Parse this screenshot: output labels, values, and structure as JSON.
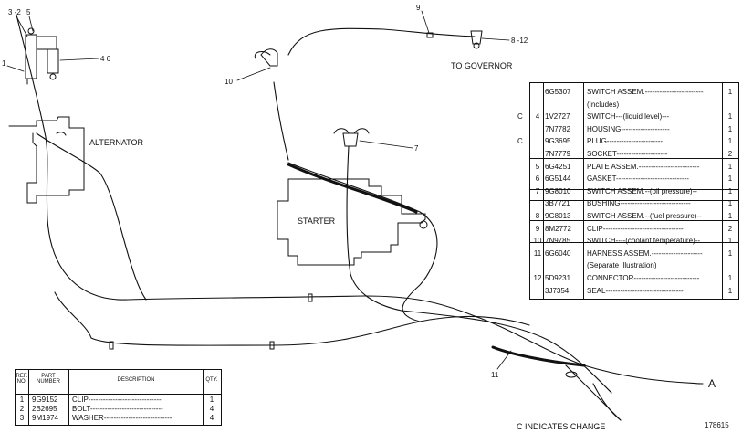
{
  "labels": {
    "alternator": "ALTERNATOR",
    "starter": "STARTER",
    "to_governor": "TO GOVERNOR",
    "c_indicates_change": "C INDICATES CHANGE",
    "figure_number": "178615",
    "end_a": "A",
    "callout_3_2": "3 -2",
    "callout_5": "5",
    "callout_1": "1",
    "callout_4_6": "4    6",
    "callout_9_top": "9",
    "callout_8_12": "8 -12",
    "callout_10": "10",
    "callout_7": "7",
    "callout_11": "11"
  },
  "parts_table": {
    "rows": [
      {
        "change": "",
        "ref": "",
        "part": "6G5307",
        "desc": "SWITCH ASSEM.------------------------",
        "qty": "1"
      },
      {
        "change": "",
        "ref": "",
        "part": "",
        "desc": "   (Includes)",
        "qty": ""
      },
      {
        "change": "C",
        "ref": "4",
        "part": "1V2727",
        "desc": "      SWITCH---(liquid level)---",
        "qty": "1"
      },
      {
        "change": "",
        "ref": "",
        "part": "7N7782",
        "desc": "      HOUSING--------------------",
        "qty": "1"
      },
      {
        "change": "C",
        "ref": "",
        "part": "9G3695",
        "desc": "      PLUG-----------------------",
        "qty": "1"
      },
      {
        "change": "",
        "ref": "",
        "part": "7N7779",
        "desc": "      SOCKET---------------------",
        "qty": "2"
      },
      {
        "change": "",
        "ref": "5",
        "part": "6G4251",
        "desc": "PLATE ASSEM.-------------------------",
        "qty": "1"
      },
      {
        "change": "",
        "ref": "6",
        "part": "6G5144",
        "desc": "GASKET------------------------------",
        "qty": "1"
      },
      {
        "change": "",
        "ref": "7",
        "part": "9G8010",
        "desc": "SWITCH ASSEM.--(oil pressure)--",
        "qty": "1"
      },
      {
        "change": "",
        "ref": "",
        "part": "3B7721",
        "desc": "BUSHING-----------------------------",
        "qty": "1"
      },
      {
        "change": "",
        "ref": "8",
        "part": "9G8013",
        "desc": "SWITCH ASSEM.--(fuel pressure)--",
        "qty": "1"
      },
      {
        "change": "",
        "ref": "9",
        "part": "8M2772",
        "desc": "CLIP---------------------------------",
        "qty": "2"
      },
      {
        "change": "",
        "ref": "10",
        "part": "7N9785",
        "desc": "SWITCH----(coolant temperature)--",
        "qty": "1"
      },
      {
        "change": "",
        "ref": "11",
        "part": "6G6040",
        "desc": "HARNESS ASSEM.---------------------",
        "qty": "1"
      },
      {
        "change": "",
        "ref": "",
        "part": "",
        "desc": "    (Separate Illustration)",
        "qty": ""
      },
      {
        "change": "",
        "ref": "12",
        "part": "5D9231",
        "desc": "CONNECTOR---------------------------",
        "qty": "1"
      },
      {
        "change": "",
        "ref": "",
        "part": "3J7354",
        "desc": "SEAL--------------------------------",
        "qty": "1"
      }
    ]
  },
  "small_table": {
    "headers": {
      "ref": "REF. NO.",
      "part": "PART NUMBER",
      "desc": "DESCRIPTION",
      "qty": "QTY."
    },
    "rows": [
      {
        "ref": "1",
        "part": "9G9152",
        "desc": "CLIP------------------------------",
        "qty": "1"
      },
      {
        "ref": "2",
        "part": "2B2695",
        "desc": "BOLT------------------------------",
        "qty": "4"
      },
      {
        "ref": "3",
        "part": "9M1974",
        "desc": "WASHER----------------------------",
        "qty": "4"
      }
    ]
  }
}
